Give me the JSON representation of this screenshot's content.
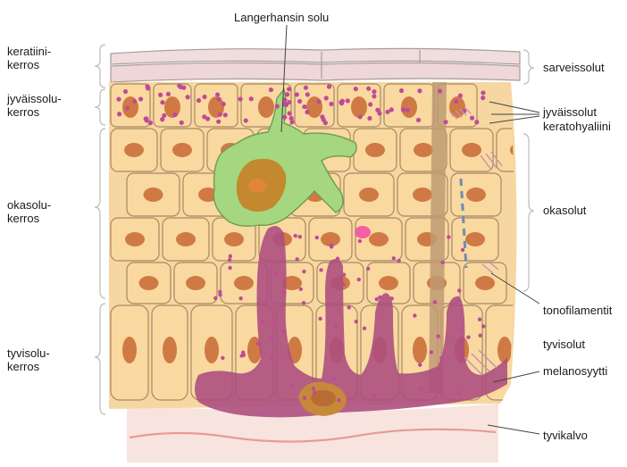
{
  "title": "Langerhansin solu",
  "layers_left": [
    {
      "line1": "keratiini-",
      "line2": "kerros"
    },
    {
      "line1": "jyväissolu-",
      "line2": "kerros"
    },
    {
      "line1": "okasolu-",
      "line2": "kerros"
    },
    {
      "line1": "tyvisolu-",
      "line2": "kerros"
    }
  ],
  "labels_right": {
    "sarveissolut": "sarveissolut",
    "jyvaissolut": "jyväissolut",
    "keratohyaliini": "keratohyaliini",
    "okasolut": "okasolut",
    "tonofilamentit": "tonofilamentit",
    "tyvisolut": "tyvisolut",
    "melanosyytti": "melanosyytti",
    "tyvikalvo": "tyvikalvo"
  },
  "colors": {
    "cell": "#f9d9a0",
    "cell_border": "#a9895f",
    "nucleus": "#cf7a44",
    "horny": "#f0dede",
    "langerhans": "#a5d77f",
    "melanocyte": "#b0467e",
    "granule": "#c04a98",
    "basement": "#f8e1dc",
    "column": "#b8956e"
  }
}
